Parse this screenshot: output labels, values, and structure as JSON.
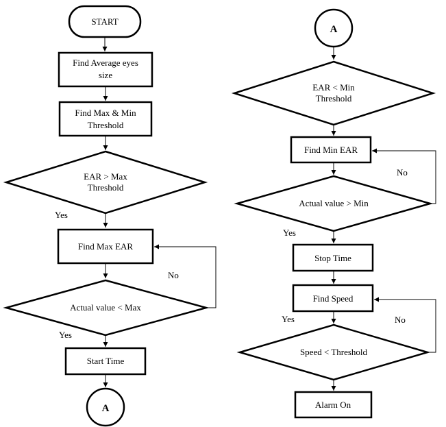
{
  "left": {
    "start": "START",
    "find_avg_line1": "Find Average eyes",
    "find_avg_line2": "size",
    "find_threshold_line1": "Find Max & Min",
    "find_threshold_line2": "Threshold",
    "ear_max_line1": "EAR >  Max",
    "ear_max_line2": "Threshold",
    "yes_1": "Yes",
    "find_max_ear": "Find Max EAR",
    "no_1": "No",
    "actual_lt_max": "Actual value < Max",
    "yes_2": "Yes",
    "start_time": "Start Time",
    "connector": "A"
  },
  "right": {
    "connector": "A",
    "ear_min_line1": "EAR <  Min",
    "ear_min_line2": "Threshold",
    "find_min_ear": "Find Min EAR",
    "no_1": "No",
    "actual_gt_min": "Actual value > Min",
    "yes_1": "Yes",
    "stop_time": "Stop Time",
    "find_speed": "Find Speed",
    "yes_2": "Yes",
    "no_2": "No",
    "speed_lt_threshold": "Speed < Threshold",
    "alarm_on": "Alarm On"
  }
}
